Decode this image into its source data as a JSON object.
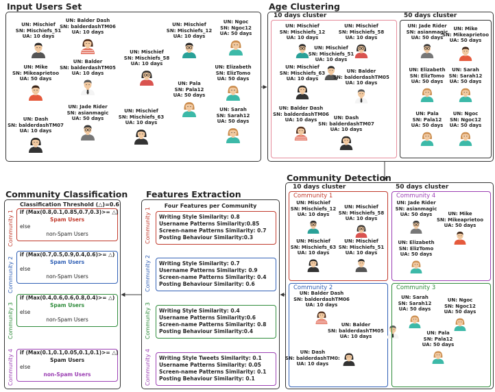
{
  "colors": {
    "red": "#c0392b",
    "blue": "#2f5fb5",
    "green": "#2e8b3a",
    "purple": "#9b3fb3",
    "pink": "#e58a9a"
  },
  "sections": {
    "input_users": "Input Users Set",
    "age_clustering": "Age Clustering",
    "community_detection": "Community Detection",
    "features_extraction": "Features Extraction",
    "community_classification": "Community Classification"
  },
  "input_users": [
    {
      "un": "UN: Mischief",
      "sn": "SN: Mischiefs_51",
      "ua": "UA: 10 days",
      "avatar": "dark-hair-man"
    },
    {
      "un": "UN: Balder Dash",
      "sn": "SN: balderdashTM06",
      "ua": "UA: 10 days",
      "avatar": "striped-woman"
    },
    {
      "un": "UN: Mischief",
      "sn": "SN: Mischiefs_12",
      "ua": "UA: 10 days",
      "avatar": "teal-glasses-man"
    },
    {
      "un": "UN: Ngoc",
      "sn": "SN: Ngoc12",
      "ua": "UA: 50 days",
      "avatar": "teal-woman"
    },
    {
      "un": "UN: Mischief",
      "sn": "SN: Mischiefs_58",
      "ua": "UA: 10 days",
      "avatar": "red-woman"
    },
    {
      "un": "UN: Elizabeth",
      "sn": "SN: ElizTomo",
      "ua": "UA: 50 days",
      "avatar": "teal-woman"
    },
    {
      "un": "UN: Mike",
      "sn": "SN: Mikeaprietoo",
      "ua": "UA: 50 days",
      "avatar": "red-shirt-man"
    },
    {
      "un": "UN: Balder",
      "sn": "SN: balderdashTM05",
      "ua": "UA: 10 days",
      "avatar": "tie-man"
    },
    {
      "un": "UN: Pala",
      "sn": "SN: Pala12",
      "ua": "UA: 50 days",
      "avatar": "teal-woman"
    },
    {
      "un": "UN: Jade Rider",
      "sn": "SN: asianmagic",
      "ua": "UA: 50 days",
      "avatar": "grey-man"
    },
    {
      "un": "UN: Mischief",
      "sn": "SN: Mischiefs_63",
      "ua": "UA: 10 days",
      "avatar": "dark-woman"
    },
    {
      "un": "UN: Sarah",
      "sn": "SN: Sarah12",
      "ua": "UA: 50 days",
      "avatar": "teal-woman"
    },
    {
      "un": "UN: Dash",
      "sn": "SN: balderdashTM07",
      "ua": "UA: 10 days",
      "avatar": "dark-woman"
    }
  ],
  "age_clustering": {
    "cluster_10": {
      "title": "10 days cluster",
      "users": [
        {
          "un": "UN: Mischief",
          "sn": "SN: Mischiefs_12",
          "ua": "UA: 10 days",
          "avatar": "teal-glasses-man"
        },
        {
          "un": "UN: Mischief",
          "sn": "SN: Mischiefs_58",
          "ua": "UA: 10 days",
          "avatar": "red-woman"
        },
        {
          "un": "UN: Mischief",
          "sn": "SN: Mischiefs_51",
          "ua": "UA: 10 days",
          "avatar": "dark-hair-man"
        },
        {
          "un": "UN: Mischief",
          "sn": "SN: Mischiefs_63",
          "ua": "UA: 10 days",
          "avatar": "dark-woman"
        },
        {
          "un": "UN: Balder",
          "sn": "SN: balderdashTM05",
          "ua": "UA: 10 days",
          "avatar": "tie-man"
        },
        {
          "un": "UN: Balder Dash",
          "sn": "SN: balderdashTM06",
          "ua": "UA: 10 days",
          "avatar": "striped-woman"
        },
        {
          "un": "UN: Dash",
          "sn": "SN: balderdashTM07",
          "ua": "UA: 10 days",
          "avatar": "dark-woman"
        }
      ]
    },
    "cluster_50": {
      "title": "50 days cluster",
      "users": [
        {
          "un": "UN: Jade Rider",
          "sn": "SN: asianmagic",
          "ua": "UA: 50 days",
          "avatar": "grey-man"
        },
        {
          "un": "UN: Mike",
          "sn": "SN: Mikeaprietoo",
          "ua": "UA: 50 days",
          "avatar": "red-shirt-man"
        },
        {
          "un": "UN: Elizabeth",
          "sn": "SN: ElizTomo",
          "ua": "UA: 50 days",
          "avatar": "teal-woman"
        },
        {
          "un": "UN: Sarah",
          "sn": "SN: Sarah12",
          "ua": "UA: 50 days",
          "avatar": "teal-woman"
        },
        {
          "un": "UN: Pala",
          "sn": "SN: Pala12",
          "ua": "UA: 50 days",
          "avatar": "teal-woman"
        },
        {
          "un": "UN: Ngoc",
          "sn": "SN: Ngoc12",
          "ua": "UA: 50 days",
          "avatar": "teal-woman"
        }
      ]
    }
  },
  "community_detection": {
    "cluster_10_title": "10 days cluster",
    "cluster_50_title": "50 days cluster",
    "communities": [
      {
        "title": "Community 1",
        "users": [
          {
            "un": "UN: Mischief",
            "sn": "SN: Mischiefs_12",
            "ua": "UA: 10 days",
            "avatar": "teal-glasses-man"
          },
          {
            "un": "UN: Mischief",
            "sn": "SN: Mischiefs_58",
            "ua": "UA: 10 days",
            "avatar": "red-woman"
          },
          {
            "un": "UN: Mischief",
            "sn": "SN: Mischiefs_63",
            "ua": "UA: 10 days",
            "avatar": "dark-woman"
          },
          {
            "un": "UN: Mischief",
            "sn": "SN: Mischiefs_51",
            "ua": "UA: 10 days",
            "avatar": "dark-hair-man"
          }
        ]
      },
      {
        "title": "Community 2",
        "users": [
          {
            "un": "UN: Balder Dash",
            "sn": "SN: balderdashTM06",
            "ua": "UA: 10 days",
            "avatar": "striped-woman"
          },
          {
            "un": "UN: Balder",
            "sn": "SN: balderdashTM05",
            "ua": "UA: 10 days",
            "avatar": "tie-man"
          },
          {
            "un": "UN: Dash",
            "sn": "SN: balderdashTM0:",
            "ua": "UA: 10 days",
            "avatar": "dark-woman"
          }
        ]
      },
      {
        "title": "Community 4",
        "users": [
          {
            "un": "UN: Jade Rider",
            "sn": "SN: asianmagic",
            "ua": "UA: 50 days",
            "avatar": "grey-man"
          },
          {
            "un": "UN: Mike",
            "sn": "SN: Mikeaprietoo",
            "ua": "UA: 50 days",
            "avatar": "red-shirt-man"
          },
          {
            "un": "UN: Elizabeth",
            "sn": "SN: ElizTomo",
            "ua": "UA: 50 days",
            "avatar": "teal-woman"
          }
        ]
      },
      {
        "title": "Community 3",
        "users": [
          {
            "un": "UN: Sarah",
            "sn": "SN: Sarah12",
            "ua": "UA: 50 days",
            "avatar": "teal-woman"
          },
          {
            "un": "UN: Ngoc",
            "sn": "SN: Ngoc12",
            "ua": "UA: 50 days",
            "avatar": "teal-woman"
          },
          {
            "un": "UN: Pala",
            "sn": "SN: Pala12",
            "ua": "UA: 50 days",
            "avatar": "teal-woman"
          }
        ]
      }
    ]
  },
  "features_extraction": {
    "header": "Four Features per Community",
    "communities": [
      {
        "label": "Community 1",
        "lines": [
          "Writing Style Similarity: 0.8",
          "Username Patterns Similarity:0.85",
          "Screen-name Patterns Similarity: 0.7",
          "Posting Behaviour Similarity:0.3"
        ]
      },
      {
        "label": "Community 2",
        "lines": [
          "Writing Style Similarity: 0.7",
          "Username Patterns Similarity: 0.9",
          "Screen-name Patterns Similarity: 0.4",
          "Posting Behaviour Similarity: 0.6"
        ]
      },
      {
        "label": "Community 3",
        "lines": [
          "Writing Style Similarity: 0.4",
          "Username Patterns Similarity:0.6",
          "Screen-name Patterns Similarity: 0.8",
          "Posting Behaviour Similarity:0.4"
        ]
      },
      {
        "label": "Community 4",
        "lines": [
          "Writing Style Tweets Similarity: 0.1",
          "Username Patterns Similarity: 0.05",
          "Screen-name Patterns Similarity: 0.1",
          "Posting Behaviour Similarity: 0.1"
        ]
      }
    ]
  },
  "community_classification": {
    "threshold_label": "Classification Threshold (△)=0.6",
    "communities": [
      {
        "label": "Community 1",
        "condition": "if (Max(0.8,0.1,0.85,0.7,0.3)>= △)",
        "result": "Spam Users",
        "else": "else",
        "alt": "non-Spam Users"
      },
      {
        "label": "Community 2",
        "condition": "if (Max(0.7,0.5,0.9,0.4,0.6)>= △)",
        "result": "Spam Users",
        "else": "else",
        "alt": "non-Spam Users"
      },
      {
        "label": "Community 3",
        "condition": "if (Max(0.4,0.6,0.6,0.8,0.4)>= △)",
        "result": "Spam Users",
        "else": "else",
        "alt": "non-Spam Users"
      },
      {
        "label": "Community 4",
        "condition": "if (Max(0.1,0.1,0.05,0.1,0.1)>= △)",
        "result": "Spam Users",
        "else": "else",
        "alt": "non-Spam Users"
      }
    ]
  }
}
